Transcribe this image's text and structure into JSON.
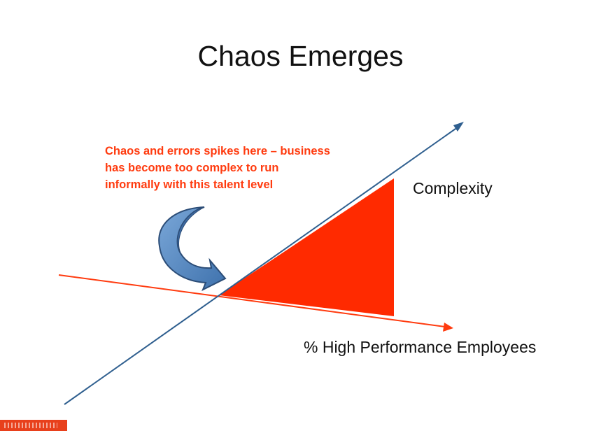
{
  "slide": {
    "title": "Chaos Emerges"
  },
  "callout": {
    "lines": [
      "Chaos and errors spikes here – business",
      "has become too complex to run",
      "informally with this talent level"
    ],
    "color": "#ff3b0f"
  },
  "axes": {
    "complexity_label": "Complexity",
    "performance_label": "% High Performance Employees",
    "complexity_axis_color": "#2f5f8f",
    "performance_axis_color": "#ff3b0f"
  },
  "region": {
    "fill_color": "#ff2a00"
  },
  "curved_arrow": {
    "icon": "curved-down-right-arrow-icon",
    "fill_color": "#5b8ec8",
    "stroke_color": "#2c4d77"
  },
  "badge": {
    "color": "#e8401c"
  }
}
